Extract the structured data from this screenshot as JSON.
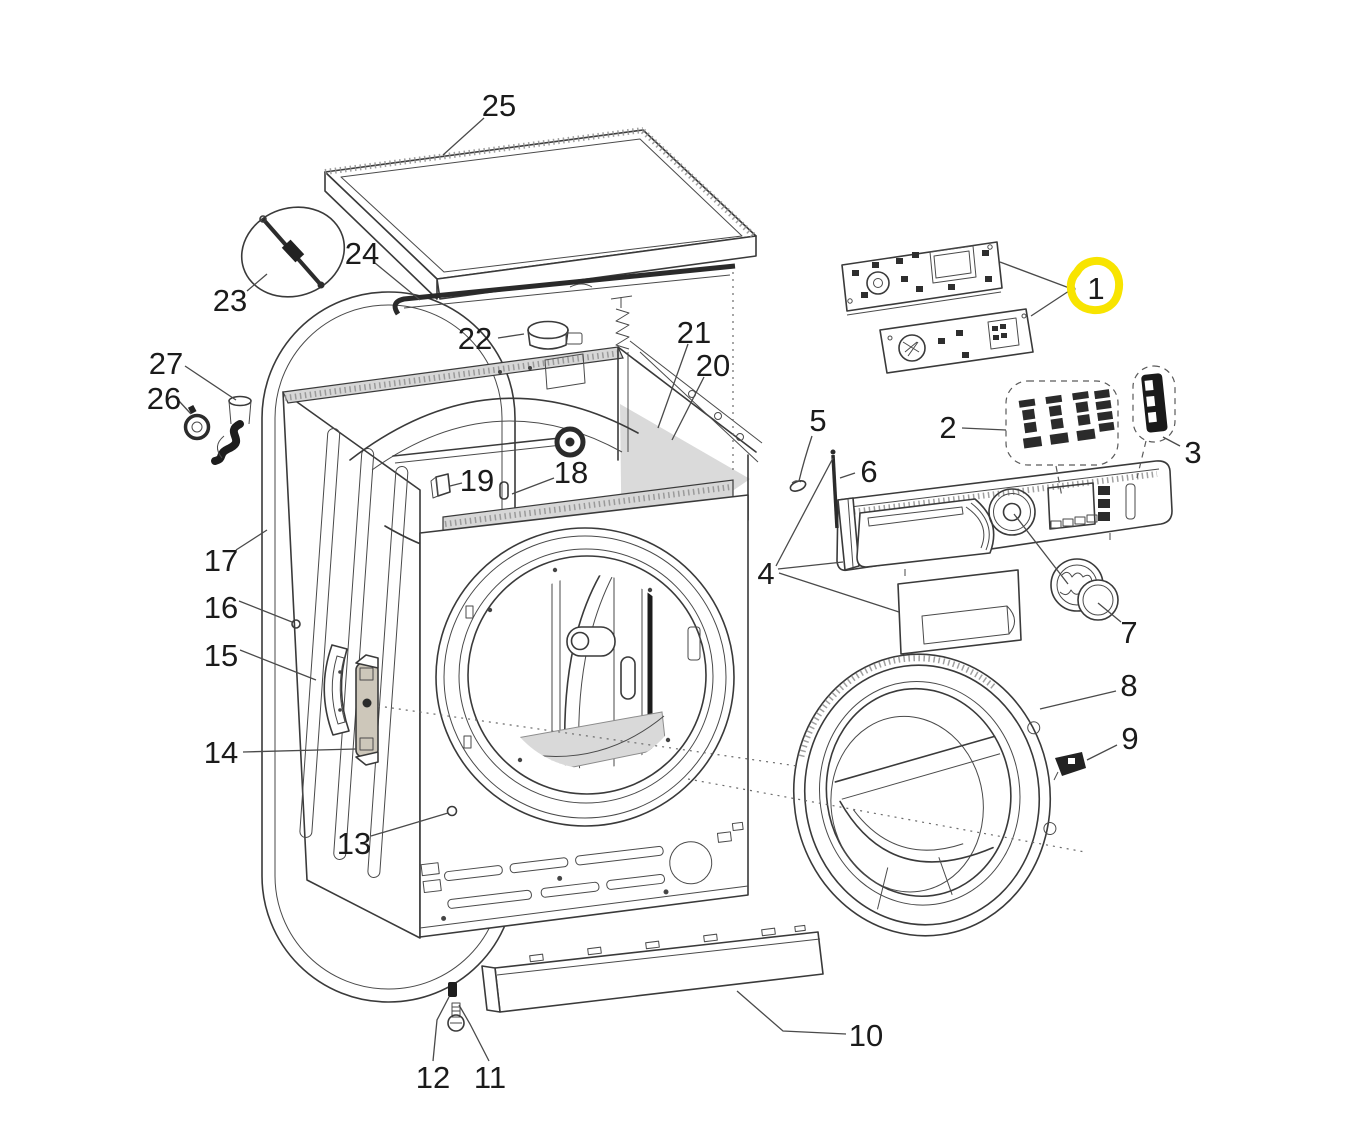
{
  "diagram": {
    "type": "exploded-parts-diagram",
    "subject": "front-load washing machine",
    "background_color": "#ffffff",
    "line_color": "#3a3a3a",
    "highlight": {
      "part": "1",
      "color": "#f8e400",
      "style": "hand-drawn circle"
    },
    "parts": {
      "p1": {
        "label": "1",
        "name": "control-pcb-boards"
      },
      "p2": {
        "label": "2",
        "name": "button-pack"
      },
      "p3": {
        "label": "3",
        "name": "led-lens"
      },
      "p4": {
        "label": "4",
        "name": "control-panel-and-drawer"
      },
      "p5": {
        "label": "5",
        "name": "clip"
      },
      "p6": {
        "label": "6",
        "name": "pin"
      },
      "p7": {
        "label": "7",
        "name": "knob"
      },
      "p8": {
        "label": "8",
        "name": "door-assembly"
      },
      "p9": {
        "label": "9",
        "name": "door-hinge-clip"
      },
      "p10": {
        "label": "10",
        "name": "kick-plate"
      },
      "p11": {
        "label": "11",
        "name": "screw"
      },
      "p12": {
        "label": "12",
        "name": "plug"
      },
      "p13": {
        "label": "13",
        "name": "front-screw"
      },
      "p14": {
        "label": "14",
        "name": "door-hinge"
      },
      "p15": {
        "label": "15",
        "name": "hinge-bracket"
      },
      "p16": {
        "label": "16",
        "name": "hinge-screw"
      },
      "p17": {
        "label": "17",
        "name": "door-gasket"
      },
      "p18": {
        "label": "18",
        "name": "tub-crossbar"
      },
      "p19": {
        "label": "19",
        "name": "retainer-clips"
      },
      "p20": {
        "label": "20",
        "name": "rear-brace"
      },
      "p21": {
        "label": "21",
        "name": "rear-corner-panel"
      },
      "p22": {
        "label": "22",
        "name": "inlet-valve"
      },
      "p23": {
        "label": "23",
        "name": "shock-absorber"
      },
      "p24": {
        "label": "24",
        "name": "top-trim-strip"
      },
      "p25": {
        "label": "25",
        "name": "top-panel"
      },
      "p26": {
        "label": "26",
        "name": "grommet-ring"
      },
      "p27": {
        "label": "27",
        "name": "pressure-hose"
      }
    }
  }
}
